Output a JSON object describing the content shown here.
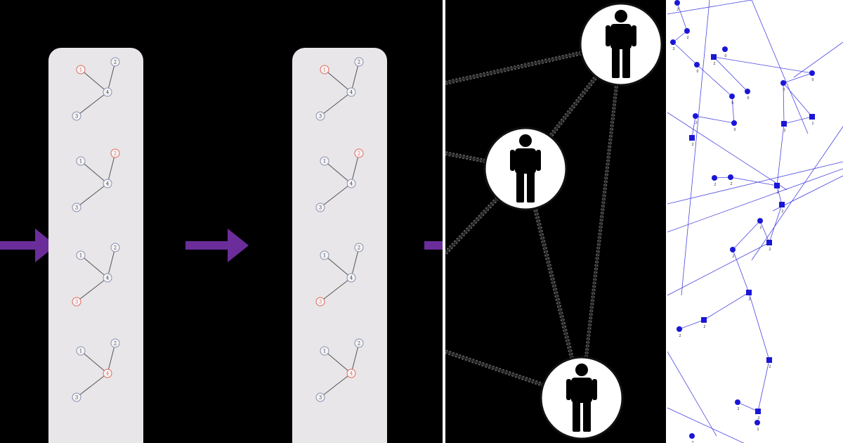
{
  "graph_cards": [
    {
      "graphs": [
        {
          "nodes": [
            {
              "label": "1",
              "highlight": true
            },
            {
              "label": "2",
              "highlight": false
            },
            {
              "label": "3",
              "highlight": false
            },
            {
              "label": "4",
              "highlight": false
            }
          ]
        },
        {
          "nodes": [
            {
              "label": "1",
              "highlight": false
            },
            {
              "label": "2",
              "highlight": true
            },
            {
              "label": "3",
              "highlight": false
            },
            {
              "label": "4",
              "highlight": false
            }
          ]
        },
        {
          "nodes": [
            {
              "label": "1",
              "highlight": false
            },
            {
              "label": "2",
              "highlight": false
            },
            {
              "label": "3",
              "highlight": true
            },
            {
              "label": "4",
              "highlight": false
            }
          ]
        },
        {
          "nodes": [
            {
              "label": "1",
              "highlight": false
            },
            {
              "label": "2",
              "highlight": false
            },
            {
              "label": "3",
              "highlight": false
            },
            {
              "label": "4",
              "highlight": true
            }
          ]
        }
      ]
    },
    {
      "graphs": [
        {
          "nodes": [
            {
              "label": "1",
              "highlight": true
            },
            {
              "label": "2",
              "highlight": false
            },
            {
              "label": "3",
              "highlight": false
            },
            {
              "label": "4",
              "highlight": false
            }
          ]
        },
        {
          "nodes": [
            {
              "label": "1",
              "highlight": false
            },
            {
              "label": "2",
              "highlight": true
            },
            {
              "label": "3",
              "highlight": false
            },
            {
              "label": "4",
              "highlight": false
            }
          ]
        },
        {
          "nodes": [
            {
              "label": "1",
              "highlight": false
            },
            {
              "label": "2",
              "highlight": false
            },
            {
              "label": "3",
              "highlight": true
            },
            {
              "label": "4",
              "highlight": false
            }
          ]
        },
        {
          "nodes": [
            {
              "label": "1",
              "highlight": false
            },
            {
              "label": "2",
              "highlight": false
            },
            {
              "label": "3",
              "highlight": false
            },
            {
              "label": "4",
              "highlight": true
            }
          ]
        }
      ]
    }
  ],
  "graph_edges": [
    [
      "1",
      "4"
    ],
    [
      "2",
      "4"
    ],
    [
      "3",
      "4"
    ]
  ],
  "arrows_count": 3,
  "social_network": {
    "people": [
      "person-top-right",
      "person-middle",
      "person-bottom"
    ],
    "person_icon": "person-icon"
  },
  "network_graph": {
    "nodes": [
      {
        "shape": "circle",
        "label": "2"
      },
      {
        "shape": "circle",
        "label": "2"
      },
      {
        "shape": "circle",
        "label": "2"
      },
      {
        "shape": "circle",
        "label": "0"
      },
      {
        "shape": "circle",
        "label": "0"
      },
      {
        "shape": "circle",
        "label": "0"
      },
      {
        "shape": "circle",
        "label": "2"
      },
      {
        "shape": "circle",
        "label": "0"
      },
      {
        "shape": "square",
        "label": "2"
      },
      {
        "shape": "circle",
        "label": "0"
      },
      {
        "shape": "circle",
        "label": "0"
      },
      {
        "shape": "square",
        "label": "1"
      },
      {
        "shape": "square",
        "label": "2"
      },
      {
        "shape": "square",
        "label": "2"
      },
      {
        "shape": "circle",
        "label": "2"
      },
      {
        "shape": "circle",
        "label": "2"
      },
      {
        "shape": "square",
        "label": "2"
      },
      {
        "shape": "circle",
        "label": "2"
      },
      {
        "shape": "square",
        "label": "2"
      },
      {
        "shape": "circle",
        "label": "2"
      },
      {
        "shape": "square",
        "label": "2"
      },
      {
        "shape": "circle",
        "label": "2"
      },
      {
        "shape": "square",
        "label": "2"
      },
      {
        "shape": "square",
        "label": "2"
      },
      {
        "shape": "square",
        "label": "2"
      },
      {
        "shape": "circle",
        "label": "2"
      },
      {
        "shape": "square",
        "label": "2"
      },
      {
        "shape": "circle",
        "label": "1"
      },
      {
        "shape": "circle",
        "label": "2"
      },
      {
        "shape": "circle",
        "label": "0"
      }
    ],
    "colors": {
      "node": "#1a16d6",
      "edge": "#4a46e0",
      "background": "#ffffff"
    }
  },
  "colors": {
    "background": "#000000",
    "card": "#e8e6e8",
    "arrow": "#6b2d9a",
    "node_normal": "#8a90b0",
    "node_highlight": "#e46a5c",
    "edge": "#555555",
    "divider": "#ffffff"
  }
}
